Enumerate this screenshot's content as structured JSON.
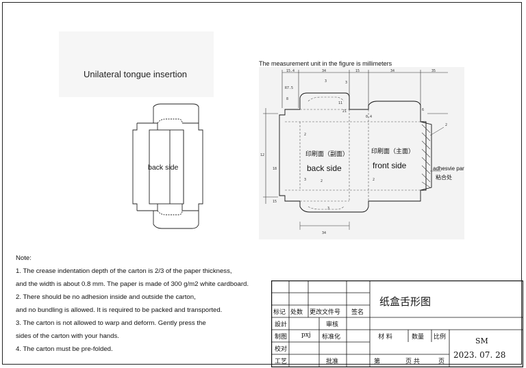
{
  "drawing": {
    "unilateral_title": "Unilateral tongue insertion",
    "measurement_note": "The measurement unit in the figure is millimeters",
    "left_back_label": "back side",
    "back_side_label": "back side",
    "back_side_cn": "印刷面（副面）",
    "front_side_label": "front side",
    "front_side_cn": "印刷面（主面）",
    "adhesive_label": "adhesvie part",
    "adhesive_cn": "粘合处",
    "dims": {
      "d1": "15.4",
      "d2": "34",
      "d3": "15",
      "d4": "34",
      "d5": "35",
      "d6": "R7.5",
      "d7": "3",
      "d8": "3",
      "d9": "11",
      "d10": "21",
      "d11": "8",
      "d12": "12",
      "d13": "0.4",
      "d14": "2",
      "d15": "3",
      "d16": "18",
      "d17": "2",
      "d18": "34",
      "d19": "6",
      "d20": "2",
      "d21": "2",
      "d22": "3",
      "d23": "15"
    }
  },
  "notes": {
    "title": "Note:",
    "lines": [
      " 1. The crease indentation depth of the carton is 2/3 of the paper thickness,",
      "and the width is about 0.8 mm. The paper is made of 300 g/m2 white cardboard.",
      " 2. There should be no adhesion inside and outside the carton,",
      "and no bundling is allowed. It is required to be packed and transported.",
      "3. The carton is not allowed to warp and deform. Gently press the",
      "sides of the carton with your hands.",
      "4. The carton must be pre-folded."
    ]
  },
  "title_block": {
    "drawing_name": "纸盒舌形图",
    "mark": "标记",
    "count": "处数",
    "change_doc": "更改文件号",
    "sign": "签名",
    "design": "設計",
    "review": "审核",
    "draw": "制图",
    "drafter": "pxj",
    "standard": "标准化",
    "check": "校对",
    "craft": "工艺",
    "approve": "批准",
    "material": "材 料",
    "quantity": "数量",
    "ratio": "比例",
    "code": "SM",
    "date": "2023. 07. 28",
    "page_prefix": "第",
    "page_mid": "页 共",
    "page_suffix": "页"
  }
}
